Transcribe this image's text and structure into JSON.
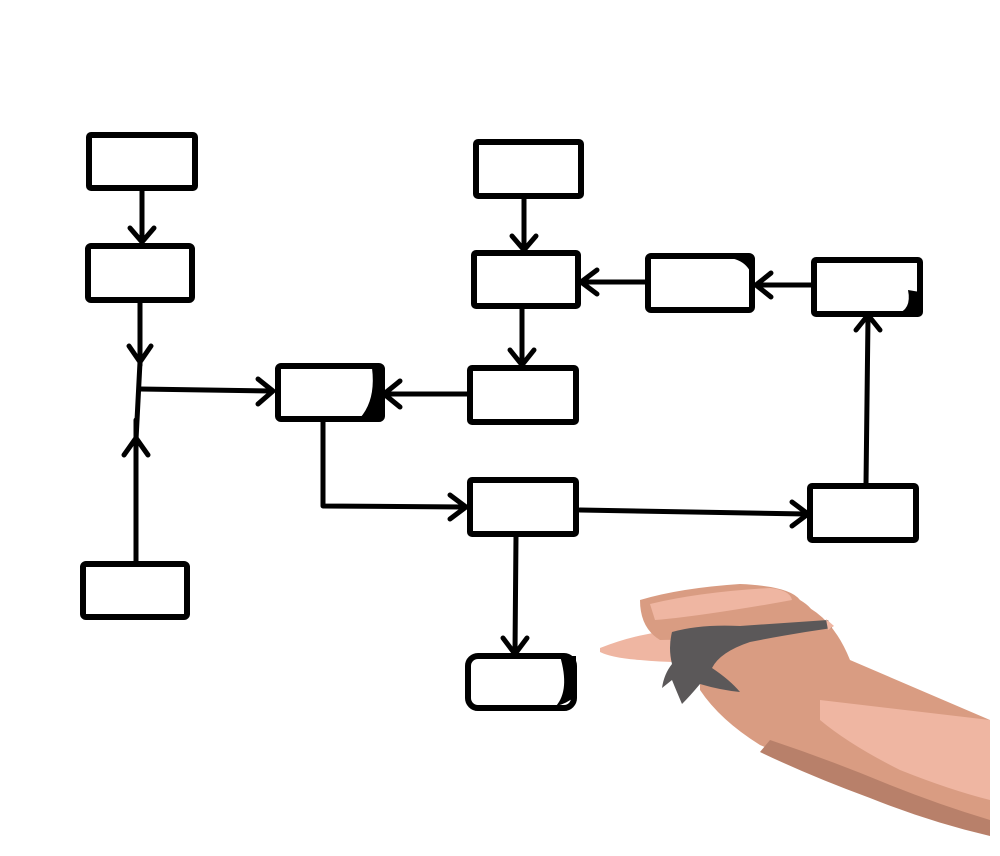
{
  "nodes": [
    {
      "id": "n1",
      "label": ""
    },
    {
      "id": "n2",
      "label": ""
    },
    {
      "id": "n3",
      "label": ""
    },
    {
      "id": "n4",
      "label": ""
    },
    {
      "id": "n5",
      "label": ""
    },
    {
      "id": "n6",
      "label": ""
    },
    {
      "id": "n7",
      "label": ""
    },
    {
      "id": "n8",
      "label": ""
    },
    {
      "id": "n9",
      "label": ""
    },
    {
      "id": "n10",
      "label": ""
    },
    {
      "id": "n11",
      "label": ""
    },
    {
      "id": "n12",
      "label": ""
    }
  ],
  "edges": [
    {
      "from": "n1",
      "to": "n2"
    },
    {
      "from": "n2",
      "to": "n5"
    },
    {
      "from": "n4",
      "to": "n5"
    },
    {
      "from": "n6",
      "to": "n7"
    },
    {
      "from": "n7",
      "to": "n8"
    },
    {
      "from": "n8",
      "to": "n5"
    },
    {
      "from": "n10",
      "to": "n9"
    },
    {
      "from": "n9",
      "to": "n7"
    },
    {
      "from": "n5",
      "to": "n11"
    },
    {
      "from": "n11",
      "to": "n3"
    },
    {
      "from": "n11",
      "to": "n12"
    },
    {
      "from": "n3",
      "to": "n10"
    }
  ],
  "colors": {
    "stroke": "#000000",
    "background": "#ffffff",
    "skin_light": "#efb6a2",
    "skin_mid": "#d99c82",
    "pen": "#5b5859"
  },
  "illustration": "hand-holding-pen-icon"
}
